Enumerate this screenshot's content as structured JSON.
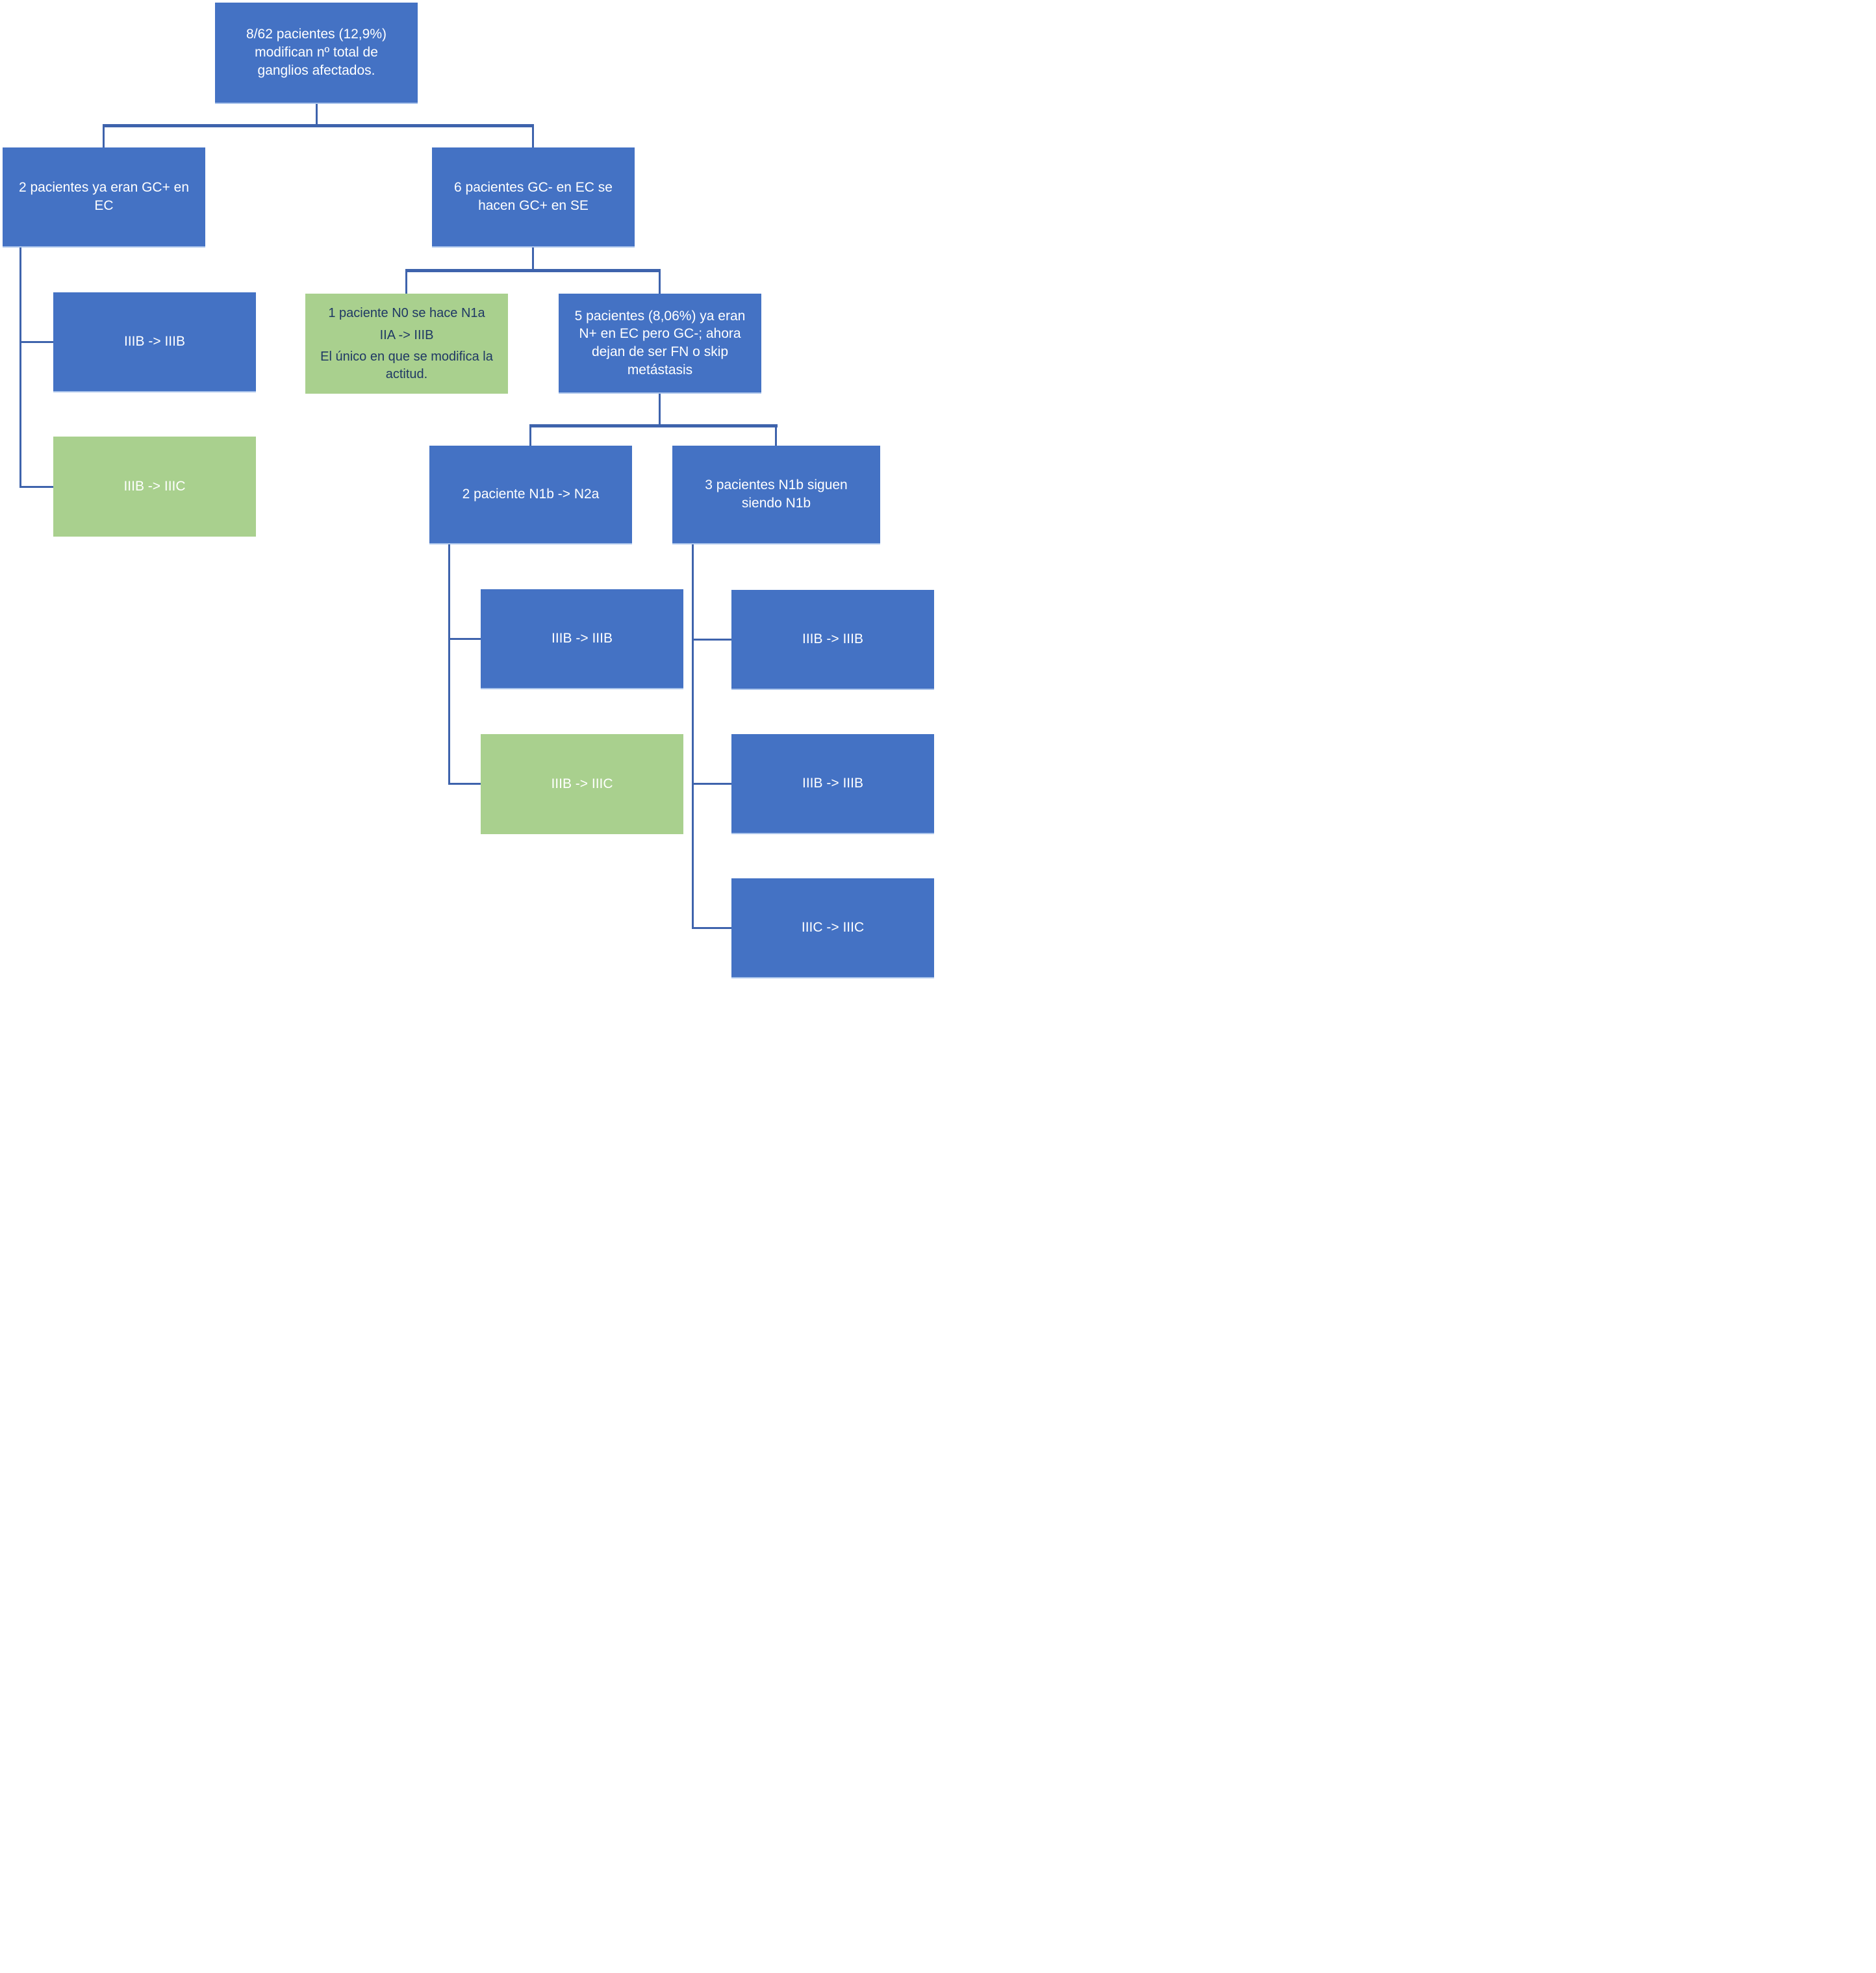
{
  "diagram": {
    "colors": {
      "box_blue": "#4472C4",
      "box_green": "#A9D08E",
      "connector": "#3E63AC",
      "text_on_blue": "#FFFFFF",
      "text_on_green_info": "#1F3864"
    },
    "nodes": {
      "root": {
        "label": "8/62 pacientes (12,9%) modifican nº total de ganglios afectados."
      },
      "gc_pos": {
        "label": "2 pacientes ya eran GC+ en EC"
      },
      "gc_neg": {
        "label": "6 pacientes GC- en EC se hacen GC+ en SE"
      },
      "gc_pos_child1": {
        "label": "IIIB -> IIIB"
      },
      "gc_pos_child2": {
        "label": "IIIB -> IIIC"
      },
      "n0": {
        "line1": "1 paciente N0 se hace N1a",
        "line2": "IIA -> IIIB",
        "line3": "El único en que se modifica la actitud."
      },
      "five": {
        "label": "5 pacientes (8,06%) ya eran N+ en EC pero GC-; ahora dejan de ser FN o skip metástasis"
      },
      "n1b_n2a": {
        "label": "2 paciente N1b -> N2a"
      },
      "n1b_same": {
        "label": "3 pacientes N1b siguen siendo N1b"
      },
      "n1b_n2a_child1": {
        "label": "IIIB -> IIIB"
      },
      "n1b_n2a_child2": {
        "label": "IIIB -> IIIC"
      },
      "n1b_same_child1": {
        "label": "IIIB -> IIIB"
      },
      "n1b_same_child2": {
        "label": "IIIB -> IIIB"
      },
      "n1b_same_child3": {
        "label": "IIIC -> IIIC"
      }
    }
  }
}
